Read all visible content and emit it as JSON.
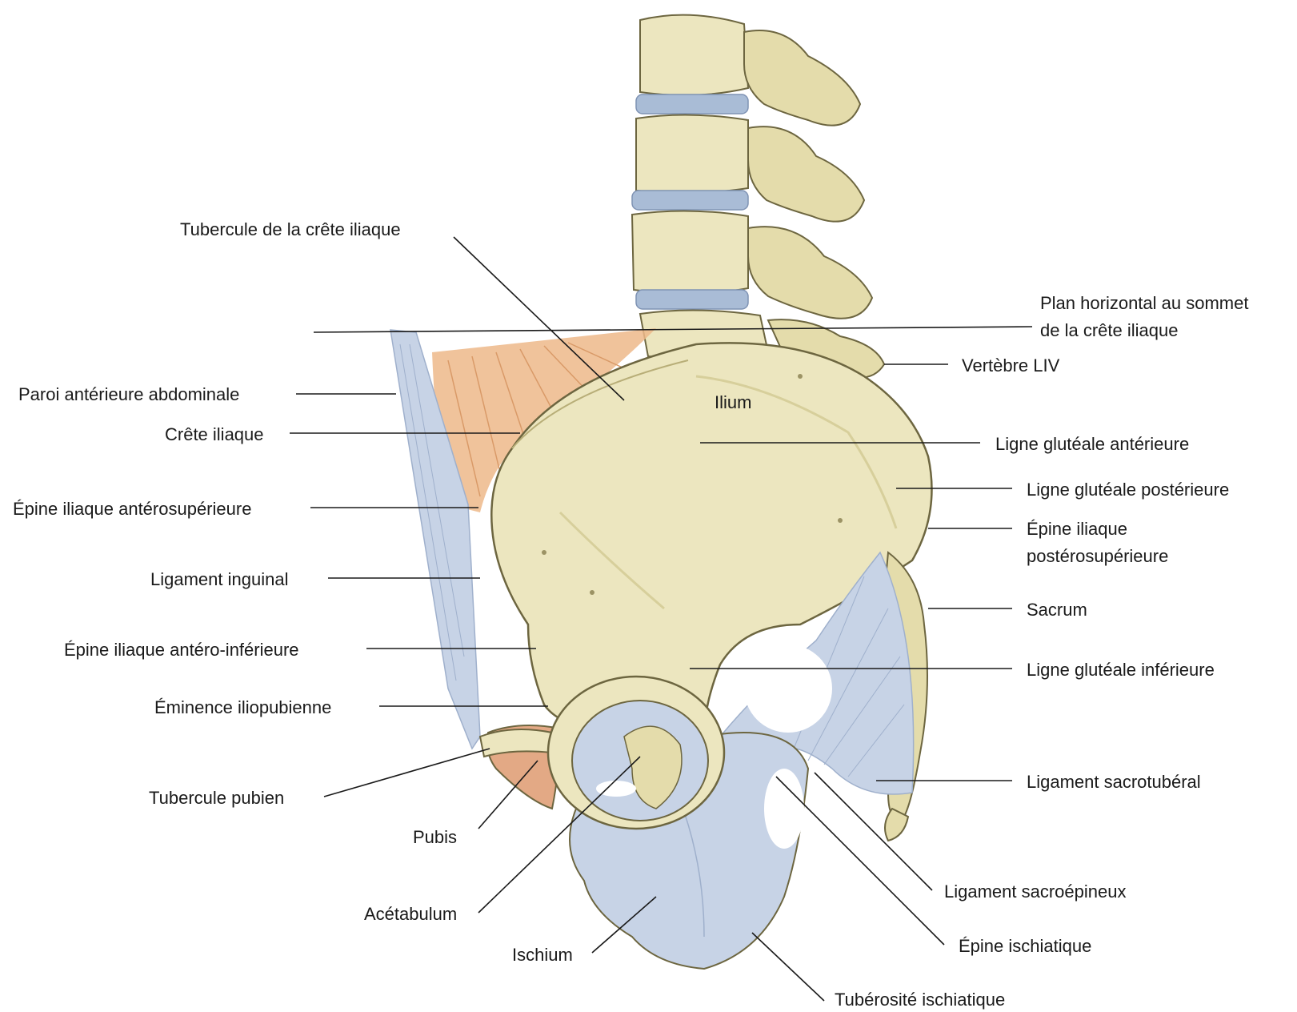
{
  "labels": {
    "tubercule_crete": "Tubercule de la crête iliaque",
    "plan_horizontal_1": "Plan horizontal au sommet",
    "plan_horizontal_2": "de la crête iliaque",
    "vertebre_liv": "Vertèbre LIV",
    "paroi": "Paroi antérieure abdominale",
    "ilium": "Ilium",
    "crete": "Crête iliaque",
    "ligne_ant": "Ligne glutéale antérieure",
    "ligne_post": "Ligne glutéale postérieure",
    "epine_as": "Épine iliaque antérosupérieure",
    "epine_ps_1": "Épine iliaque",
    "epine_ps_2": "postérosupérieure",
    "lig_inguinal": "Ligament inguinal",
    "sacrum": "Sacrum",
    "epine_ai": "Épine iliaque antéro-inférieure",
    "ligne_inf": "Ligne glutéale inférieure",
    "eminence": "Éminence iliopubienne",
    "tub_pubien": "Tubercule pubien",
    "lig_sacrotuberal": "Ligament sacrotubéral",
    "pubis": "Pubis",
    "lig_sacroepineux": "Ligament sacroépineux",
    "acetabulum": "Acétabulum",
    "epine_ischiatique": "Épine ischiatique",
    "ischium": "Ischium",
    "tuberosite": "Tubérosité ischiatique"
  },
  "colors": {
    "bone": "#ece6bf",
    "bone_shadow": "#d7cf9b",
    "disc": "#a9bcd6",
    "ligament": "#c7d3e6",
    "ligament_line": "#9fb0cc",
    "muscle": "#edb98a",
    "cartilage": "#e3a985",
    "outline": "#6d6640"
  }
}
